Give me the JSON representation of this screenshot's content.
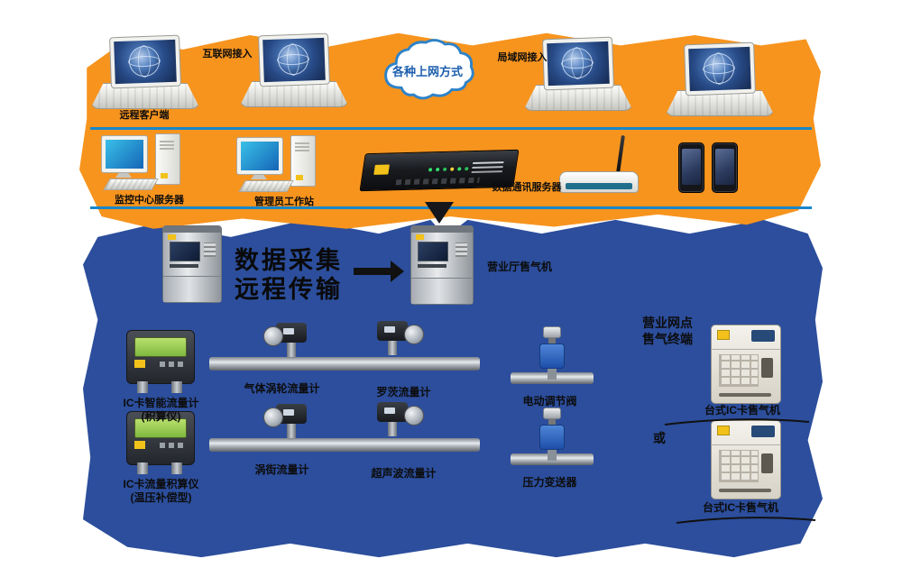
{
  "colors": {
    "orange": "#F7941E",
    "blue": "#2C4E9C",
    "bus_line": "#1A86C9",
    "cloud_text": "#1D5FAE"
  },
  "cloud": {
    "label": "各种上网方式"
  },
  "top": {
    "caption_left": "互联网接入",
    "caption_right": "局域网接入",
    "laptop_label": "远程客户端"
  },
  "mid": {
    "workstation1_label": "监控中心服务器",
    "workstation2_label": "管理员工作站",
    "collector_label": "数据通讯服务器"
  },
  "blue_zone": {
    "big_text_line1": "数据采集",
    "big_text_line2": "远程传输",
    "kiosk2_label": "营业厅售气机",
    "rowA": [
      {
        "label": "IC卡智能流量计",
        "sub": "(积算仪)"
      },
      {
        "label": "气体涡轮流量计"
      },
      {
        "label": "罗茨流量计"
      },
      {
        "label": "电动调节阀"
      }
    ],
    "rowB": [
      {
        "label": "IC卡流量积算仪",
        "sub": "(温压补偿型)"
      },
      {
        "label": "涡街流量计"
      },
      {
        "label": "超声波流量计"
      },
      {
        "label": "压力变送器"
      }
    ],
    "right": {
      "caption_line1": "营业网点",
      "caption_line2": "售气终端",
      "or_text": "或",
      "unit1_label": "台式IC卡售气机",
      "unit2_label": "台式IC卡售气机"
    }
  }
}
